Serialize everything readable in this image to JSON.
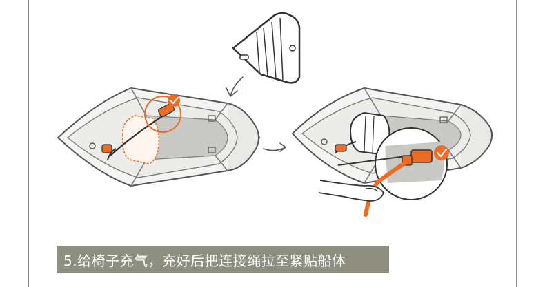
{
  "caption": {
    "text": "5.给椅子充气，充好后把连接绳拉至紧贴船体"
  },
  "colors": {
    "accent": "#ef6a22",
    "boat_fill": "#f4f4f3",
    "boat_floor": "#c8c8c5",
    "outline": "#333333",
    "caption_bg": "#8e8f80"
  },
  "icons": [
    "seat-cushion",
    "arrow-down-left",
    "arrow-right",
    "checkmark-badge",
    "hand"
  ]
}
